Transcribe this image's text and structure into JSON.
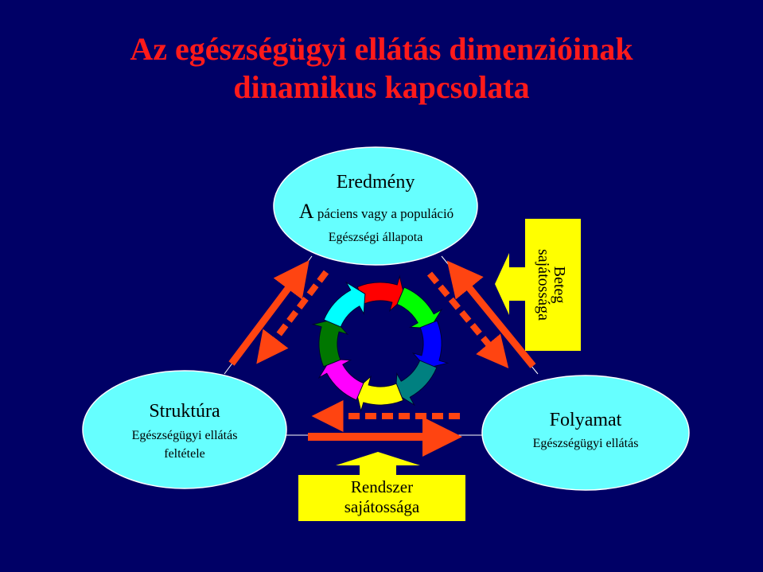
{
  "title": {
    "line1": "Az egészségügyi ellátás dimenzióinak",
    "line2": "dinamikus kapcsolata"
  },
  "nodes": {
    "outcome": {
      "name": "Eredmény",
      "line1_cap": "A",
      "line1_rest": " páciens vagy a populáció",
      "line2": "Egészségi állapota"
    },
    "structure": {
      "name": "Struktúra",
      "line1": "Egészségügyi ellátás",
      "line2": "feltétele"
    },
    "process": {
      "name": "Folyamat",
      "line1": "Egészségügyi ellátás"
    }
  },
  "callouts": {
    "patient": {
      "line1": "Beteg",
      "line2": "sajátossága"
    },
    "system": {
      "line1": "Rendszer",
      "line2": "sajátossága"
    }
  },
  "colors": {
    "background": "#000066",
    "title": "#ff1a1a",
    "ellipse_fill": "#66ffff",
    "callout_fill": "#ffff00",
    "arrow": "#ff4411",
    "cycle": [
      "#ff0000",
      "#00ff00",
      "#0000ff",
      "#008080",
      "#ffff00",
      "#ff00ff",
      "#007700",
      "#00ffff"
    ]
  }
}
